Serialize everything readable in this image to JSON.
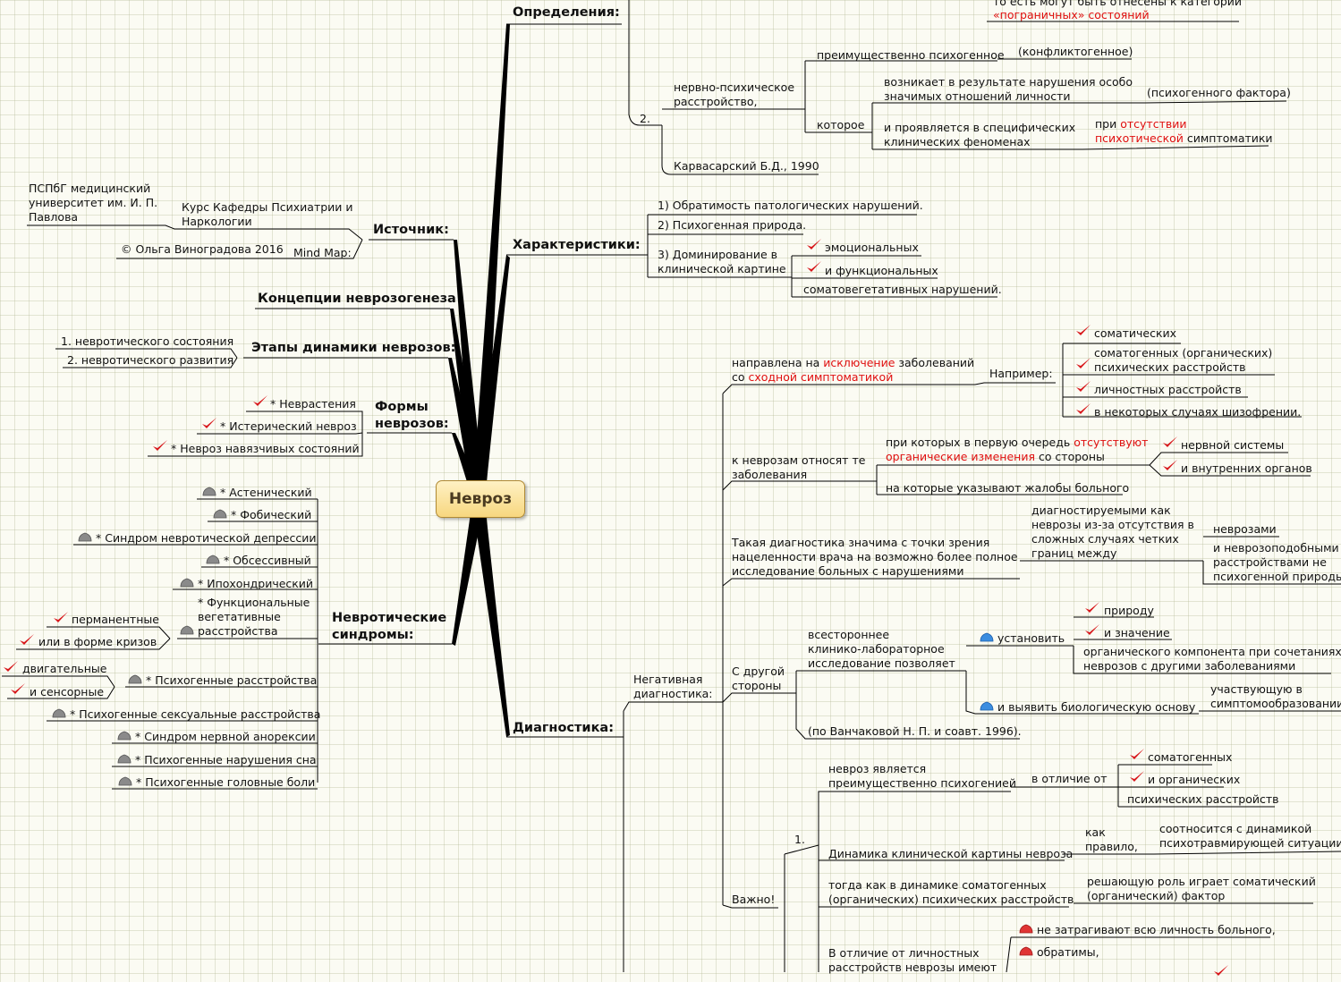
{
  "central": "Невроз",
  "icons": {
    "check": "check-icon",
    "gray": "gray-cloud-icon",
    "blue": "blue-cloud-icon",
    "red": "red-cloud-icon"
  },
  "colors": {
    "check": "#d8181c",
    "gray": "#8a8a8a",
    "blue": "#3b8de0",
    "red": "#e03535",
    "accent": "#e01010",
    "central_fill": "#f7d77f"
  },
  "top": {
    "def_title": "Определения:",
    "def_prev_1": "то есть могут быть отнесены к категории",
    "def_prev_2": "«пограничных» состояний",
    "def_2_num": "2.",
    "def_nps_1": "нервно-психическое",
    "def_nps_2": "расстройство,",
    "def_pp": "преимущественно психогенное",
    "def_konf": "(конфликтогенное)",
    "def_kotoroe": "которое",
    "def_voz_1": "возникает в результате нарушения особо",
    "def_voz_2": "значимых отношений личности",
    "def_psf": "(психогенного фактора)",
    "def_proyav_1": "и проявляется в специфических",
    "def_proyav_2": "клинических феноменах",
    "def_pri": "при ",
    "def_ots": "отсутствии",
    "def_psy": "психотической",
    "def_simp": " симптоматики",
    "def_karv": "Карвасарский Б.Д., 1990",
    "char_title": "Характеристики:",
    "char_1": "1) Обратимость патологических нарушений.",
    "char_2": "2) Психогенная природа.",
    "char_3_1": "3) Доминирование в",
    "char_3_2": "клинической картине",
    "char_emo": "эмоциональных",
    "char_func": "и функциональных",
    "char_soma": "соматовегетативных нарушений."
  },
  "left": {
    "src_title": "Источник:",
    "src_pspb_1": "ПСПбГ медицинский",
    "src_pspb_2": "университет им. И. П.",
    "src_pspb_3": "Павлова",
    "src_kurs_1": "Курс Кафедры Психиатрии и",
    "src_kurs_2": "Наркологии",
    "src_copy": "© Ольга Виноградова 2016",
    "src_mm": "Mind Map:",
    "concept": "Концепции неврозогенеза",
    "stages_title": "Этапы динамики неврозов:",
    "stage_1": "1. невротического состояния",
    "stage_2": "2. невротического развития",
    "forms_title_1": "Формы",
    "forms_title_2": "неврозов:",
    "form_1": "* Неврастения",
    "form_2": "* Истерический невроз",
    "form_3": "* Невроз навязчивых состояний",
    "synd_title_1": "Невротические",
    "synd_title_2": "синдромы:",
    "s_1": "* Астенический",
    "s_2": "* Фобический",
    "s_3": "* Синдром невротической депрессии",
    "s_4": "* Обсессивный",
    "s_5": "* Ипохондрический",
    "s_6_1": "* Функциональные",
    "s_6_2": "вегетативные",
    "s_6_3": "расстройства",
    "s_6_a": "перманентные",
    "s_6_b": "или в форме кризов",
    "s_7": "* Психогенные расстройства",
    "s_7_a": "двигательные",
    "s_7_b": "и сенсорные",
    "s_8": "* Психогенные сексуальные расстройства",
    "s_9": "* Синдром нервной анорексии",
    "s_10": "* Психогенные нарушения сна",
    "s_11": "* Психогенные головные боли"
  },
  "diag": {
    "title": "Диагностика:",
    "neg_1": "Негативная",
    "neg_2": "диагностика:",
    "b1_a": "направлена на ",
    "b1_b": "исключение",
    "b1_c": " заболеваний",
    "b1_d": "со ",
    "b1_e": "сходной симптоматикой",
    "naprimer": "Например:",
    "ex_1": "соматических",
    "ex_2_1": "соматогенных (органических)",
    "ex_2_2": "психических расстройств",
    "ex_3": "личностных расстройств",
    "ex_4": "в некоторых случаях шизофрении.",
    "b2_1": "к неврозам относят те",
    "b2_2": "заболевания",
    "b2_pri": "при которых в первую очередь ",
    "b2_ots": "отсутствуют",
    "b2_org": "органические изменения",
    "b2_sto": " со стороны",
    "b2_nerv": "нервной системы",
    "b2_vnutr": "и внутренних органов",
    "b2_zhal": "на которые указывают жалобы больного",
    "b3_1": "Такая диагностика значима с точки зрения",
    "b3_2": "нацеленности врача на возможно более полное",
    "b3_3": "исследование больных с нарушениями",
    "b3_d_1": "диагностируемыми как",
    "b3_d_2": "неврозы из-за отсутствия в",
    "b3_d_3": "сложных случаях четких",
    "b3_d_4": "границ между",
    "b3_nevr": "неврозами",
    "b3_np_1": "и неврозоподобными",
    "b3_np_2": "расстройствами не",
    "b3_np_3": "психогенной природы",
    "b4_1": "С другой",
    "b4_2": "стороны",
    "b4_vs_1": "всестороннее",
    "b4_vs_2": "клинико-лабораторное",
    "b4_vs_3": "исследование позволяет",
    "b4_ust": "установить",
    "b4_prir": "природу",
    "b4_znach": "и значение",
    "b4_ok_1": "органического компонента при сочетаниях",
    "b4_ok_2": "неврозов с другими заболеваниями",
    "b4_bio": "и выявить биологическую основу",
    "b4_uch_1": "участвующую в",
    "b4_uch_2": "симптомообразовании",
    "b4_ref": "(по Ванчаковой Н. П. и соавт. 1996).",
    "vazhno": "Важно!",
    "v_1": "1.",
    "v_n_1": "невроз является",
    "v_n_2": "преимущественно психогенией",
    "v_otl": "в отличие от",
    "v_som": "соматогенных",
    "v_org": "и органических",
    "v_psy": "психических расстройств",
    "v_dyn": "Динамика клинической картины невроза",
    "v_kak_1": "как",
    "v_kak_2": "правило,",
    "v_soot_1": "соотносится с динамикой",
    "v_soot_2": "психотравмирующей ситуации,",
    "v_tog_1": "тогда как в динамике соматогенных",
    "v_tog_2": "(органических) психических расстройств",
    "v_resh_1": "решающую роль играет соматический",
    "v_resh_2": "(органический) фактор",
    "v_lich_1": "В отличие от личностных",
    "v_lich_2": "расстройств неврозы имеют",
    "v_nez": "не затрагивают всю личность больного,",
    "v_obr": "обратимы,"
  }
}
